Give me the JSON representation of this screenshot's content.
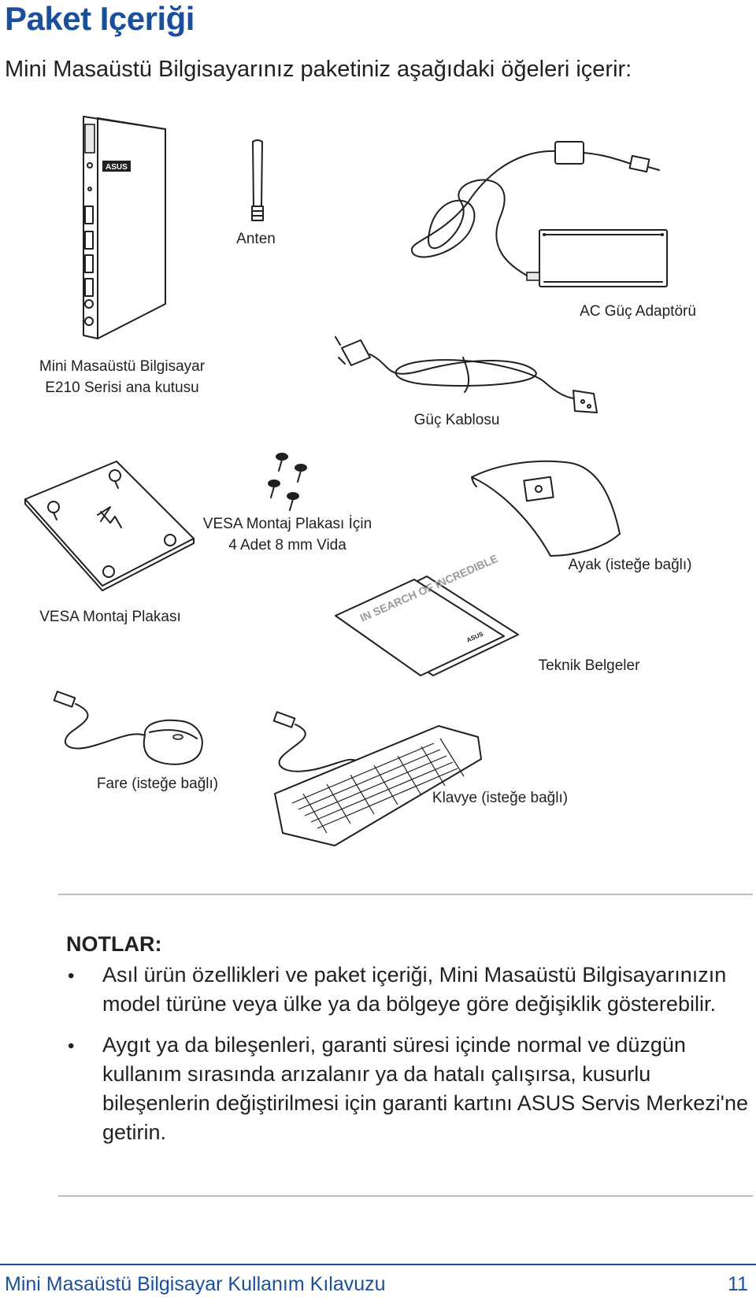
{
  "page": {
    "title": "Paket Içeriği",
    "subtitle": "Mini Masaüstü Bilgisayarınız paketiniz aşağıdaki öğeleri içerir:"
  },
  "items": {
    "main_unit": {
      "line1": "Mini Masaüstü Bilgisayar",
      "line2": "E210 Serisi ana kutusu"
    },
    "antenna": {
      "label": "Anten"
    },
    "ac_adapter": {
      "label": "AC Güç Adaptörü"
    },
    "power_cord": {
      "label": "Güç Kablosu"
    },
    "vesa_screws": {
      "line1": "VESA Montaj Plakası İçin",
      "line2": "4 Adet 8 mm Vida"
    },
    "stand": {
      "label": "Ayak (isteğe bağlı)"
    },
    "vesa_plate": {
      "label": "VESA Montaj Plakası"
    },
    "documents": {
      "label": "Teknik Belgeler",
      "booklet_text": "IN SEARCH OF INCREDIBLE",
      "brand": "ASUS"
    },
    "mouse": {
      "label": "Fare (isteğe bağlı)"
    },
    "keyboard": {
      "label": "Klavye (isteğe bağlı)"
    }
  },
  "notes": {
    "heading": "NOTLAR:",
    "bullet_symbol": "•",
    "items": [
      "Asıl ürün özellikleri ve paket içeriği, Mini Masaüstü Bilgisayarınızın model türüne veya ülke ya da bölgeye göre değişiklik gösterebilir.",
      "Aygıt ya da bileşenleri, garanti süresi içinde normal ve düzgün kullanım sırasında arızalanır ya da hatalı çalışırsa, kusurlu bileşenlerin değiştirilmesi için garanti kartını ASUS Servis Merkezi'ne getirin."
    ]
  },
  "footer": {
    "manual_title": "Mini Masaüstü Bilgisayar Kullanım Kılavuzu",
    "page_number": "11"
  },
  "colors": {
    "accent": "#1a4f9c",
    "text": "#231f20",
    "rule": "#bdbdbd"
  }
}
